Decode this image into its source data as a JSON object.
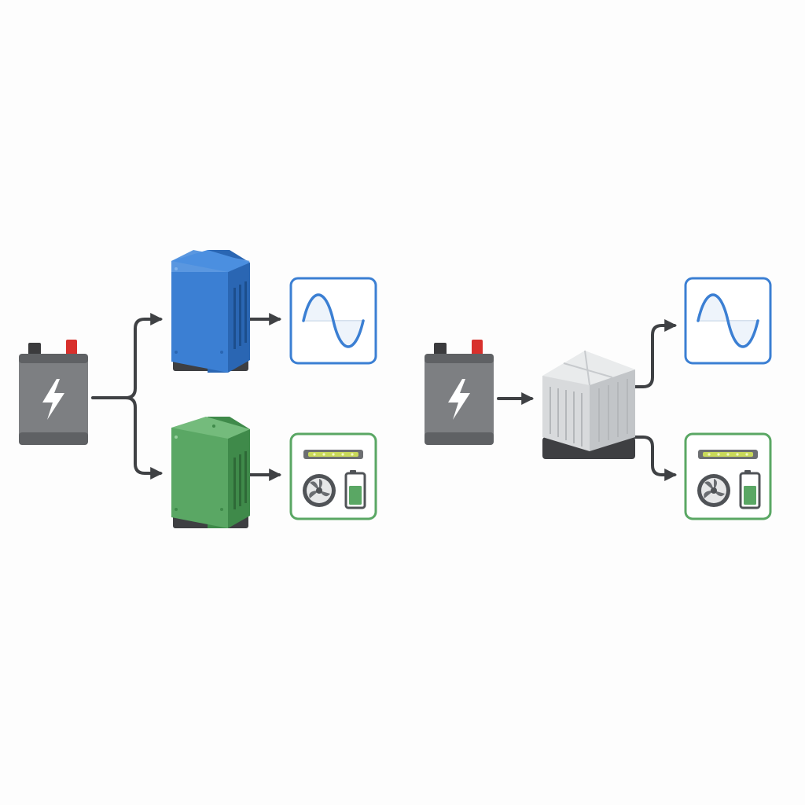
{
  "colors": {
    "background": "#fdfdfd",
    "battery_body": "#7d7f82",
    "battery_band": "#5f6164",
    "terminal_negative": "#3b3b3d",
    "terminal_positive": "#d8302c",
    "bolt": "#ffffff",
    "arrow": "#3f4144",
    "inverter_blue": "#3b7fd3",
    "inverter_green": "#5aa764",
    "hybrid_unit": "#d8dadc",
    "base_dark": "#3e3f42",
    "ac_box_stroke": "#3b7fd3",
    "ac_wave": "#3b7fd3",
    "dc_box_stroke": "#5aa764",
    "dc_battery_fill": "#5aa764",
    "led_strip": "#c9d95a",
    "fan": "#505357"
  },
  "diagrams": [
    {
      "battery_icon": "battery-with-bolt-icon",
      "converters": [
        "blue-inverter-unit",
        "green-converter-unit"
      ],
      "outputs": [
        "ac-sine-wave-panel",
        "dc-loads-panel"
      ]
    },
    {
      "battery_icon": "battery-with-bolt-icon",
      "converters": [
        "combined-silver-unit"
      ],
      "outputs": [
        "ac-sine-wave-panel",
        "dc-loads-panel"
      ]
    }
  ],
  "icons": {
    "battery": "battery-with-bolt-icon",
    "ac_output": "sine-wave-icon",
    "dc_led": "led-strip-icon",
    "dc_fan": "fan-icon",
    "dc_battery": "small-battery-icon"
  }
}
